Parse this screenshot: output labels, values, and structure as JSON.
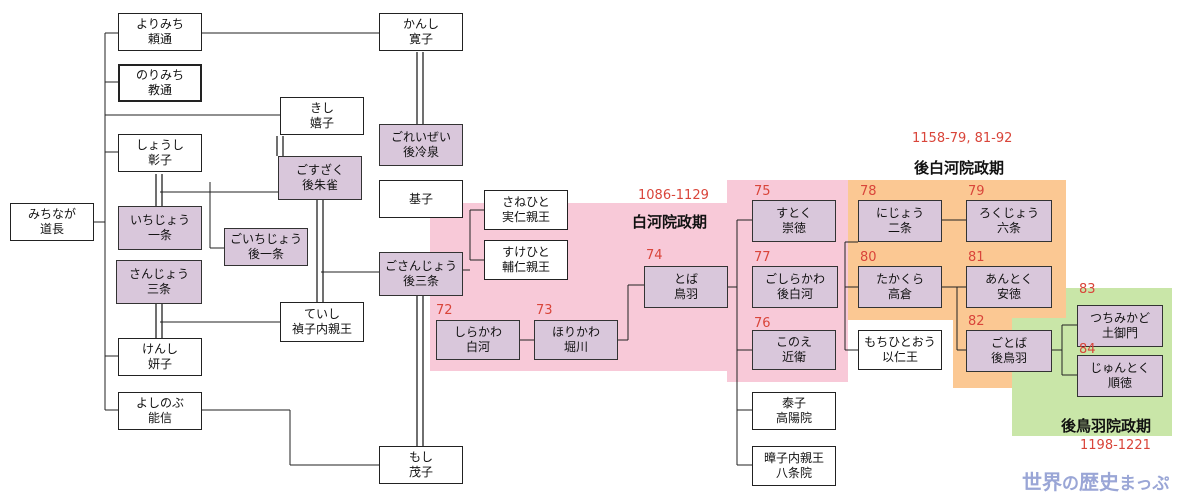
{
  "periods": [
    {
      "id": "shirakawa",
      "name": "白河院政期",
      "years": "1086-1129",
      "color": "#f8c9d8"
    },
    {
      "id": "goshirakawa",
      "name": "後白河院政期",
      "years": "1158-79, 81-92",
      "color": "#fbc893"
    },
    {
      "id": "gotoba",
      "name": "後鳥羽院政期",
      "years": "1198-1221",
      "color": "#c9e6a8"
    }
  ],
  "persons": [
    {
      "id": "michinaga",
      "kana": "みちなが",
      "name": "道長"
    },
    {
      "id": "yorimichi",
      "kana": "よりみち",
      "name": "頼通"
    },
    {
      "id": "norimichi",
      "kana": "のりみち",
      "name": "教通"
    },
    {
      "id": "kishi",
      "kana": "きし",
      "name": "嬉子"
    },
    {
      "id": "shoshi",
      "kana": "しょうし",
      "name": "彰子"
    },
    {
      "id": "gosuzaku",
      "kana": "ごすざく",
      "name": "後朱雀"
    },
    {
      "id": "ichijo",
      "kana": "いちじょう",
      "name": "一条"
    },
    {
      "id": "goichijo",
      "kana": "ごいちじょう",
      "name": "後一条"
    },
    {
      "id": "sanjo",
      "kana": "さんじょう",
      "name": "三条"
    },
    {
      "id": "teishi",
      "kana": "ていし",
      "name": "禎子内親王"
    },
    {
      "id": "kenshi",
      "kana": "けんし",
      "name": "妍子"
    },
    {
      "id": "yoshinobu",
      "kana": "よしのぶ",
      "name": "能信"
    },
    {
      "id": "kanshi",
      "kana": "かんし",
      "name": "寛子"
    },
    {
      "id": "goreizei",
      "kana": "ごれいぜい",
      "name": "後冷泉"
    },
    {
      "id": "motoko",
      "kana": "",
      "name": "基子"
    },
    {
      "id": "gosanjo",
      "kana": "ごさんじょう",
      "name": "後三条"
    },
    {
      "id": "moshi",
      "kana": "もし",
      "name": "茂子"
    },
    {
      "id": "sanehito",
      "kana": "さねひと",
      "name": "実仁親王"
    },
    {
      "id": "sukehito",
      "kana": "すけひと",
      "name": "輔仁親王"
    },
    {
      "id": "shirakawa",
      "kana": "しらかわ",
      "name": "白河",
      "num": "72"
    },
    {
      "id": "horikawa",
      "kana": "ほりかわ",
      "name": "堀川",
      "num": "73"
    },
    {
      "id": "toba",
      "kana": "とば",
      "name": "鳥羽",
      "num": "74"
    },
    {
      "id": "sutoku",
      "kana": "すとく",
      "name": "崇徳",
      "num": "75"
    },
    {
      "id": "goshirakawa",
      "kana": "ごしらかわ",
      "name": "後白河",
      "num": "77"
    },
    {
      "id": "konoe",
      "kana": "このえ",
      "name": "近衛",
      "num": "76"
    },
    {
      "id": "taishi",
      "kana": "",
      "name": "泰子\n高陽院"
    },
    {
      "id": "shoshi2",
      "kana": "",
      "name": "暲子内親王\n八条院"
    },
    {
      "id": "nijo",
      "kana": "にじょう",
      "name": "二条",
      "num": "78"
    },
    {
      "id": "takakura",
      "kana": "たかくら",
      "name": "高倉",
      "num": "80"
    },
    {
      "id": "mochihito",
      "kana": "もちひとおう",
      "name": "以仁王"
    },
    {
      "id": "rokujo",
      "kana": "ろくじょう",
      "name": "六条",
      "num": "79"
    },
    {
      "id": "antoku",
      "kana": "あんとく",
      "name": "安徳",
      "num": "81"
    },
    {
      "id": "gotoba",
      "kana": "ごとば",
      "name": "後鳥羽",
      "num": "82"
    },
    {
      "id": "tsuchimikado",
      "kana": "つちみかど",
      "name": "土御門",
      "num": "83"
    },
    {
      "id": "juntoku",
      "kana": "じゅんとく",
      "name": "順徳",
      "num": "84"
    }
  ],
  "logo": {
    "part1": "世界",
    "part2": "の",
    "part3": "歴史",
    "part4": "まっぷ"
  }
}
